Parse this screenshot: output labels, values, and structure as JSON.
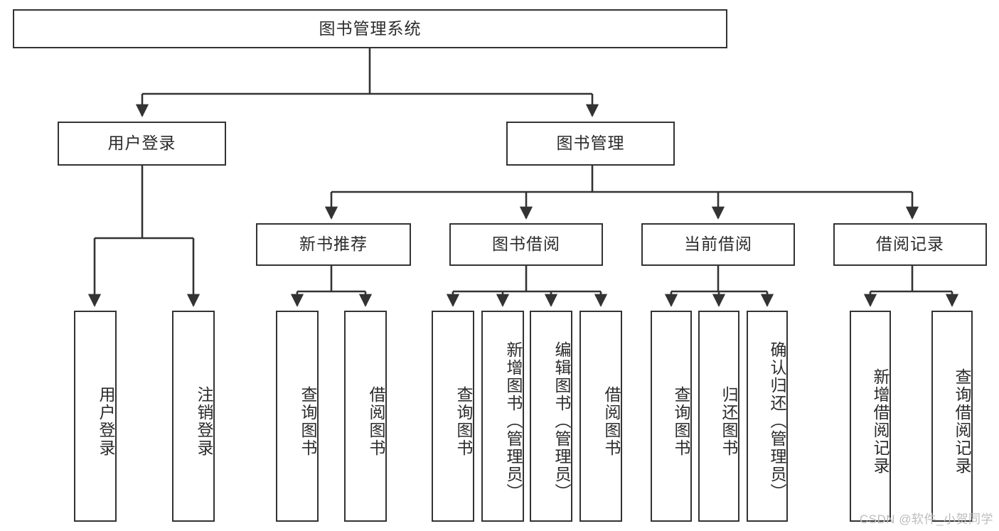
{
  "diagram": {
    "title": "图书管理系统",
    "type": "hierarchy-tree",
    "orientation": "top-down",
    "colors": {
      "background": "#ffffff",
      "node_border": "#333333",
      "node_fill": "#ffffff",
      "text": "#2b2b2b",
      "edge": "#333333",
      "watermark": "#bcbcbc"
    },
    "levels": 4,
    "nodes": {
      "root": {
        "label": "图书管理系统",
        "level": 0
      },
      "l1": [
        {
          "label": "用户登录",
          "level": 1
        },
        {
          "label": "图书管理",
          "level": 1
        }
      ],
      "l2": [
        {
          "label": "新书推荐",
          "level": 2,
          "parent": "图书管理"
        },
        {
          "label": "图书借阅",
          "level": 2,
          "parent": "图书管理"
        },
        {
          "label": "当前借阅",
          "level": 2,
          "parent": "图书管理"
        },
        {
          "label": "借阅记录",
          "level": 2,
          "parent": "图书管理"
        }
      ],
      "leaves": {
        "user_login": [
          {
            "label": "用户登录",
            "parent": "用户登录"
          },
          {
            "label": "注销登录",
            "parent": "用户登录"
          }
        ],
        "new_book": [
          {
            "label": "查询图书",
            "parent": "新书推荐"
          },
          {
            "label": "借阅图书",
            "parent": "新书推荐"
          }
        ],
        "borrow": [
          {
            "label": "查询图书",
            "parent": "图书借阅"
          },
          {
            "label": "新增图书（管理员）",
            "parent": "图书借阅"
          },
          {
            "label": "编辑图书（管理员）",
            "parent": "图书借阅"
          },
          {
            "label": "借阅图书",
            "parent": "图书借阅"
          }
        ],
        "current": [
          {
            "label": "查询图书",
            "parent": "当前借阅"
          },
          {
            "label": "归还图书",
            "parent": "当前借阅"
          },
          {
            "label": "确认归还（管理员）",
            "parent": "当前借阅"
          }
        ],
        "records": [
          {
            "label": "新增借阅记录",
            "parent": "借阅记录"
          },
          {
            "label": "查询借阅记录",
            "parent": "借阅记录"
          }
        ]
      }
    },
    "watermark": "CSDN @软件_小贺同学"
  }
}
